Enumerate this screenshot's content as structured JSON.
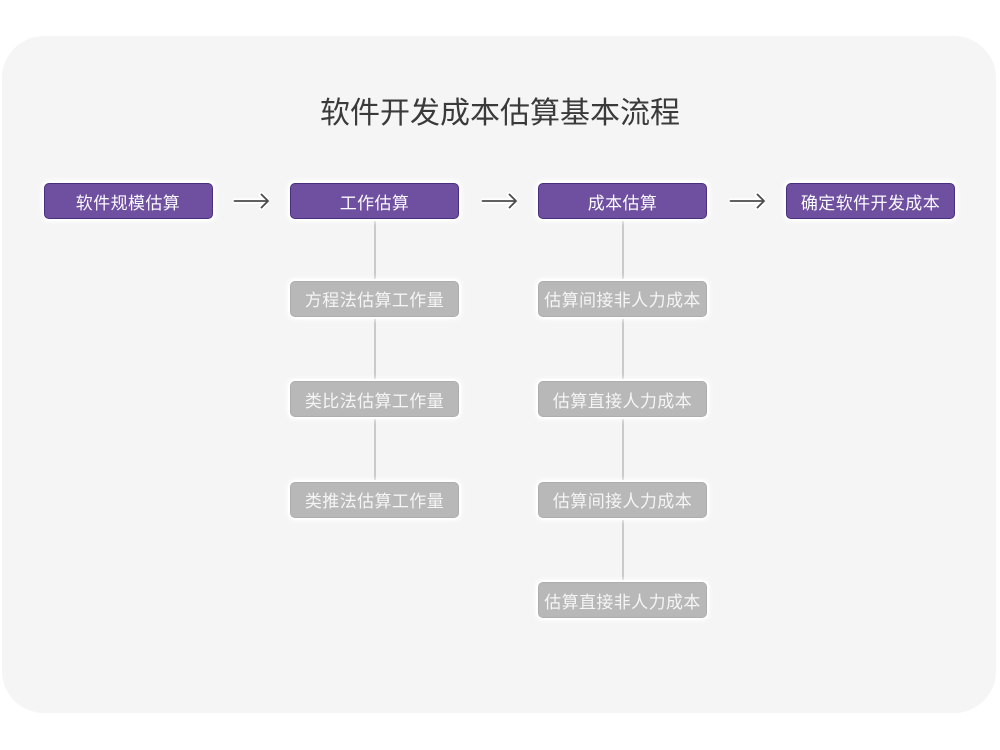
{
  "title": "软件开发成本估算基本流程",
  "flow": {
    "main_nodes": [
      {
        "label": "软件规模估算"
      },
      {
        "label": "工作估算"
      },
      {
        "label": "成本估算"
      },
      {
        "label": "确定软件开发成本"
      }
    ],
    "work_sub_nodes": [
      {
        "label": "方程法估算工作量"
      },
      {
        "label": "类比法估算工作量"
      },
      {
        "label": "类推法估算工作量"
      }
    ],
    "cost_sub_nodes": [
      {
        "label": "估算间接非人力成本"
      },
      {
        "label": "估算直接人力成本"
      },
      {
        "label": "估算间接人力成本"
      },
      {
        "label": "估算直接非人力成本"
      }
    ]
  },
  "colors": {
    "card-bg": "#f5f5f6",
    "title-color": "#3a3a3a",
    "accent-purple": "#6f4f9f",
    "purple-border": "#4a2e7f",
    "sub-node-gray": "#b8b8b8",
    "connector-gray": "#c9cacb",
    "arrow-gray": "#4b4b4b"
  }
}
